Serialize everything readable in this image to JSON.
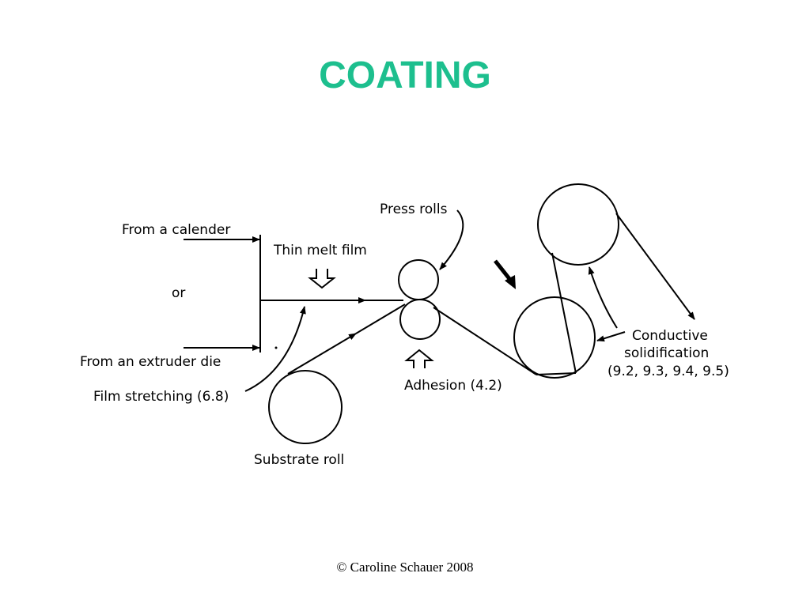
{
  "slide": {
    "title": "COATING",
    "title_color": "#1dbf8e",
    "footer": "© Caroline Schauer 2008"
  },
  "diagram": {
    "labels": {
      "from_calender": "From a calender",
      "or": "or",
      "from_extruder": "From an extruder die",
      "thin_melt_film": "Thin melt film",
      "press_rolls": "Press rolls",
      "film_stretching": "Film stretching (6.8)",
      "substrate_roll": "Substrate roll",
      "adhesion": "Adhesion (4.2)",
      "conductive_line1": "Conductive",
      "conductive_line2": "solidification",
      "conductive_line3": "(9.2, 9.3, 9.4, 9.5)"
    }
  }
}
